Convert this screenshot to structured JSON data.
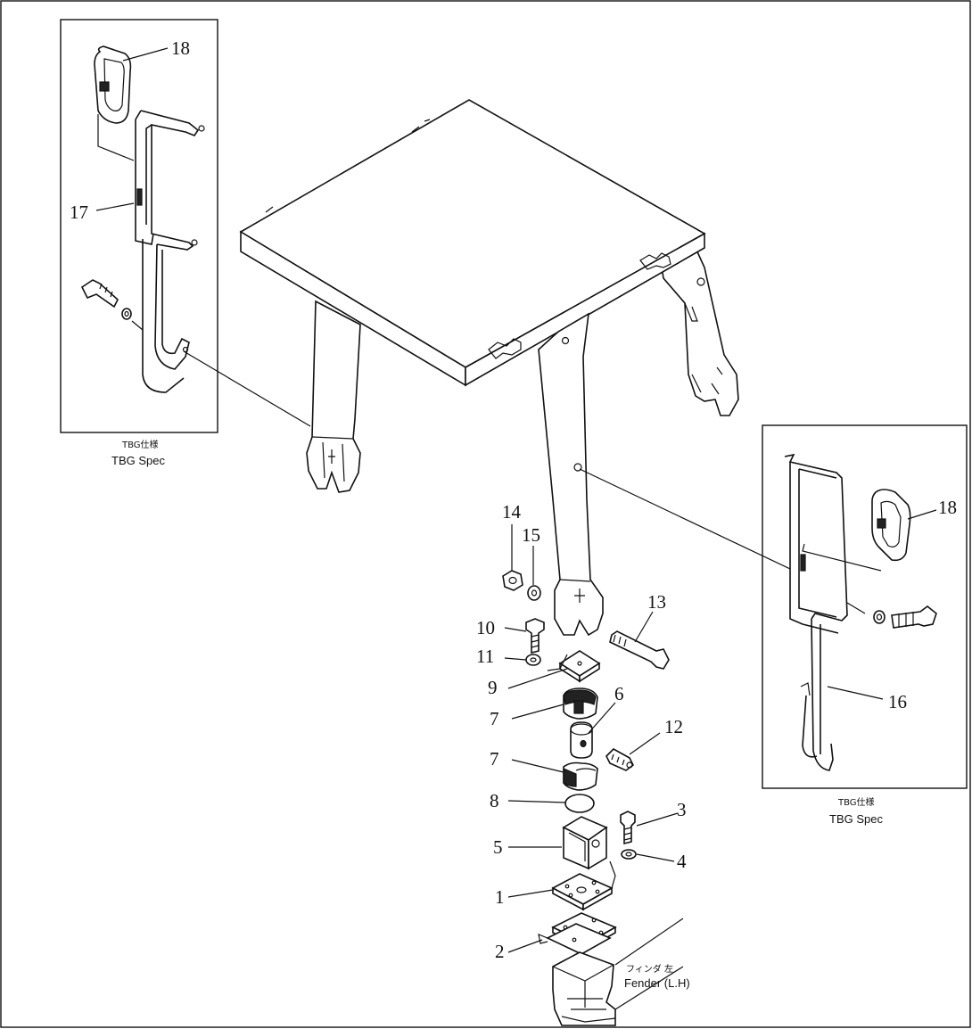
{
  "callouts": {
    "c1": "1",
    "c2": "2",
    "c3": "3",
    "c4": "4",
    "c5": "5",
    "c6": "6",
    "c7a": "7",
    "c7b": "7",
    "c8": "8",
    "c9": "9",
    "c10": "10",
    "c11": "11",
    "c12": "12",
    "c13": "13",
    "c14": "14",
    "c15": "15",
    "c16": "16",
    "c17": "17",
    "c18a": "18",
    "c18b": "18"
  },
  "insets": {
    "left": {
      "caption_jp": "TBG仕様",
      "caption_en": "TBG Spec"
    },
    "right": {
      "caption_jp": "TBG仕様",
      "caption_en": "TBG Spec"
    }
  },
  "fender": {
    "label_jp": "フィンダ 左",
    "label_en": "Fender (L.H)"
  }
}
